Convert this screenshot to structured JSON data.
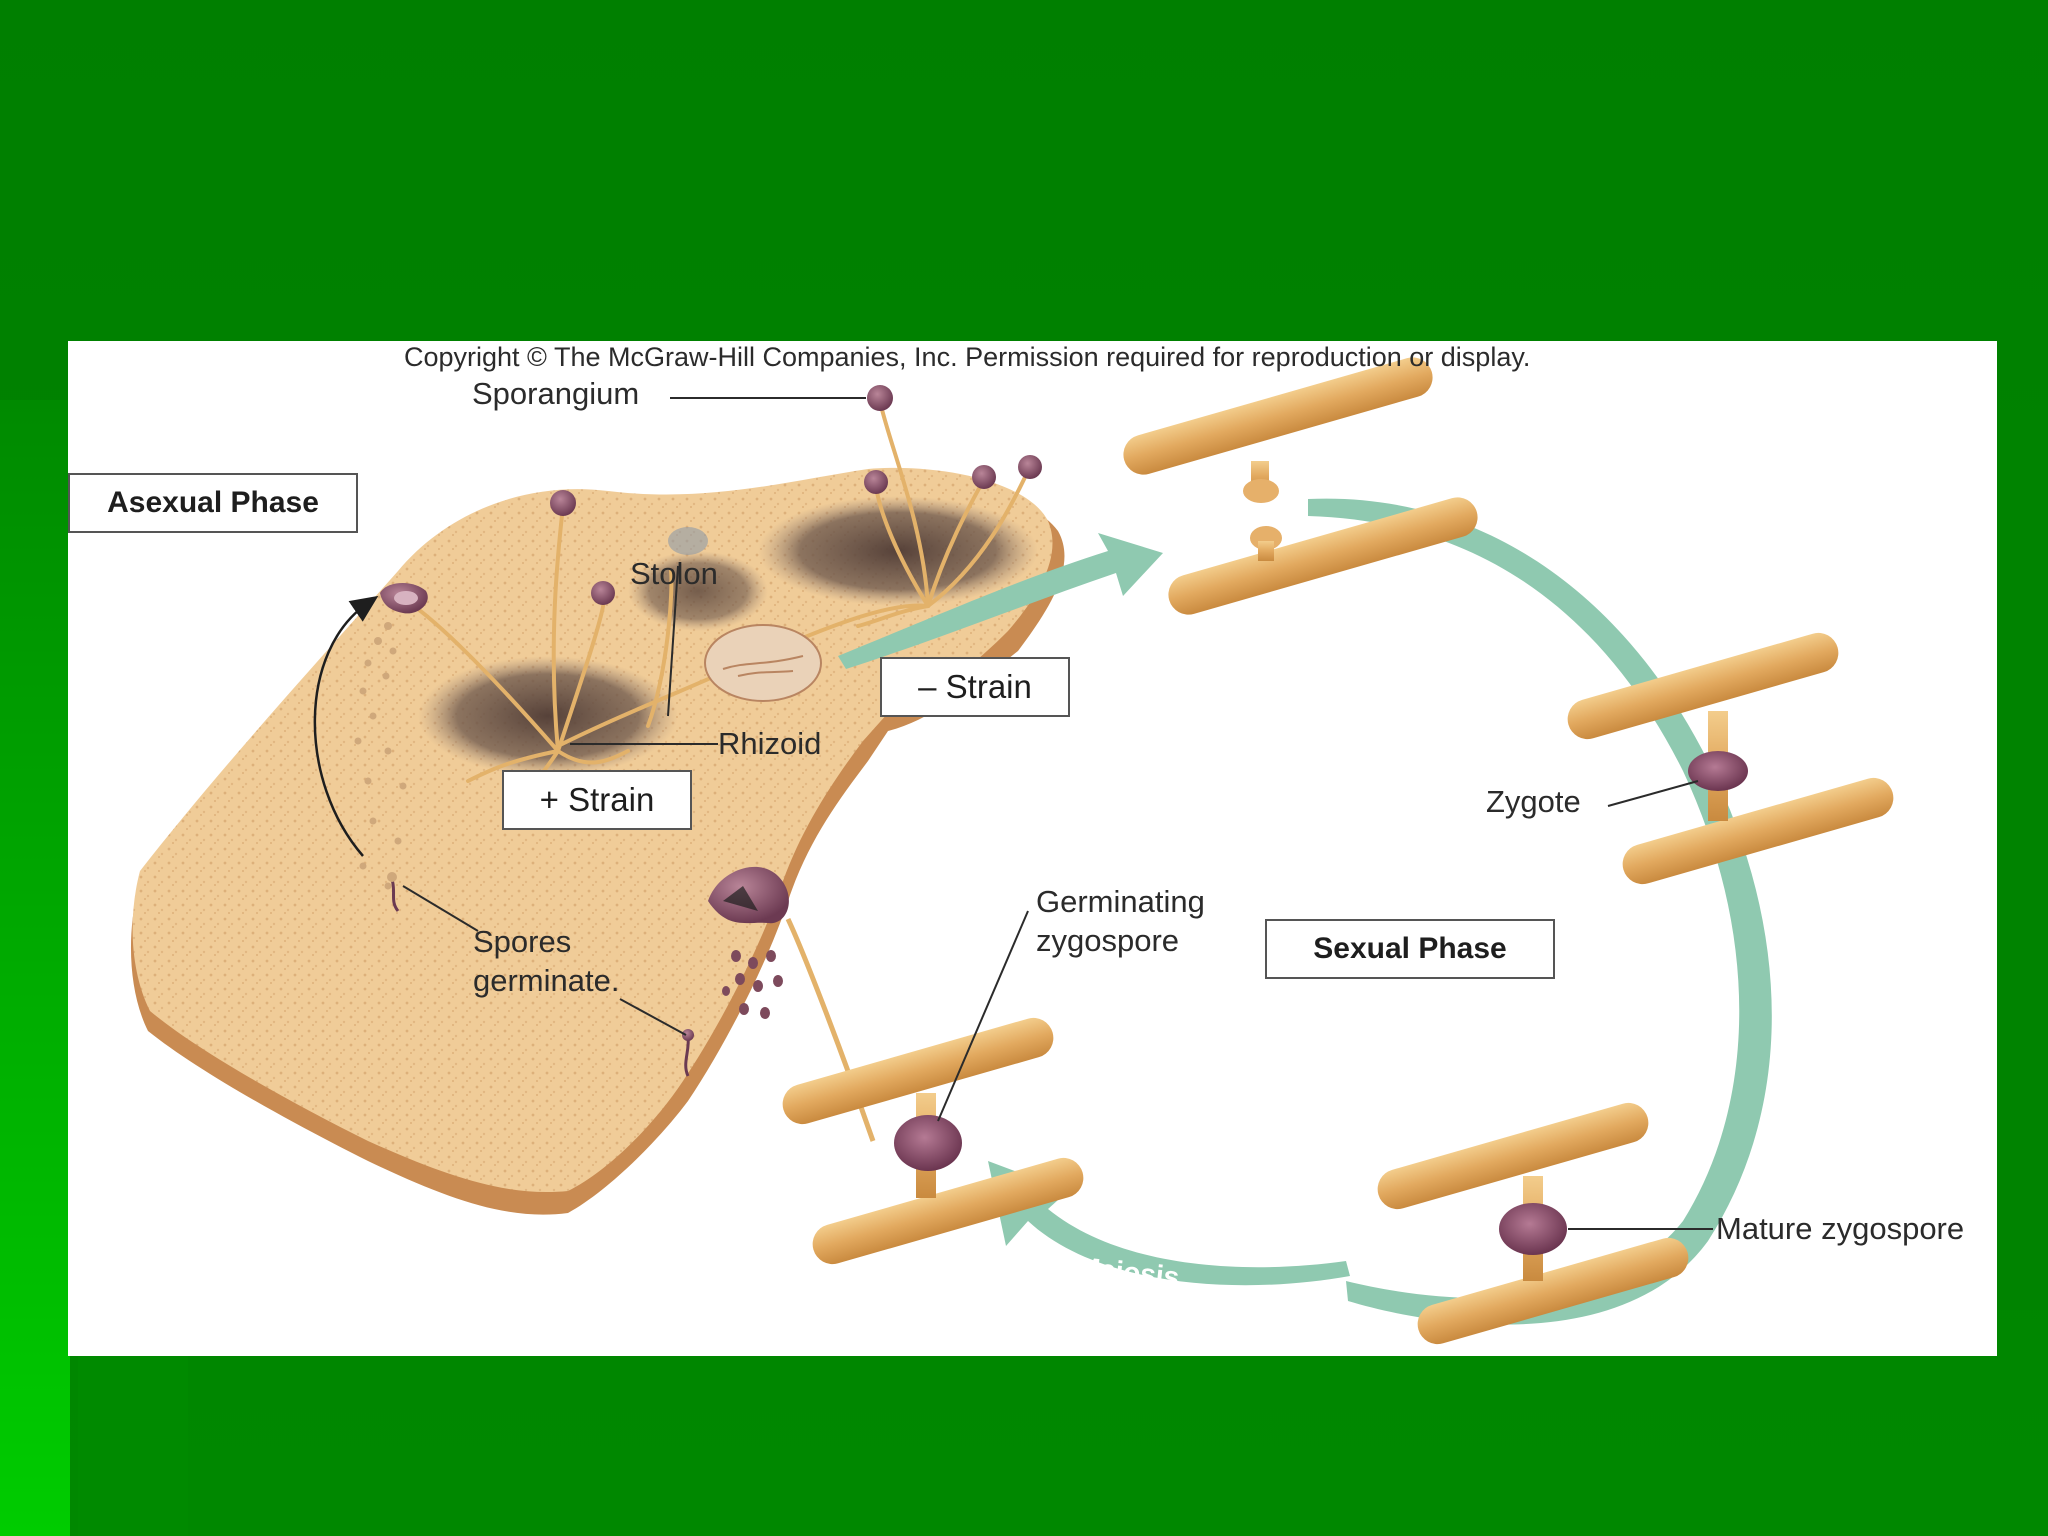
{
  "copyright": "Copyright © The McGraw-Hill Companies, Inc. Permission required for reproduction or display.",
  "phases": {
    "asexual": "Asexual Phase",
    "sexual": "Sexual Phase"
  },
  "strains": {
    "plus": "+ Strain",
    "minus": "– Strain"
  },
  "labels": {
    "sporangium": "Sporangium",
    "stolon": "Stolon",
    "rhizoid": "Rhizoid",
    "spores_germinate": "Spores\ngerminate.",
    "germinating_zygospore": "Germinating\nzygospore",
    "zygote": "Zygote",
    "mature_zygospore": "Mature zygospore",
    "meiosis": "Meiosis"
  },
  "colors": {
    "slide_green": "#007f00",
    "slide_light_green": "#00c800",
    "cycle_arrow": "#8fc9b0",
    "hyphae": "#e3b26a",
    "sporangium": "#7d4a5c",
    "bread_crust": "#c98b52",
    "bread_crumb": "#f0cc98"
  }
}
